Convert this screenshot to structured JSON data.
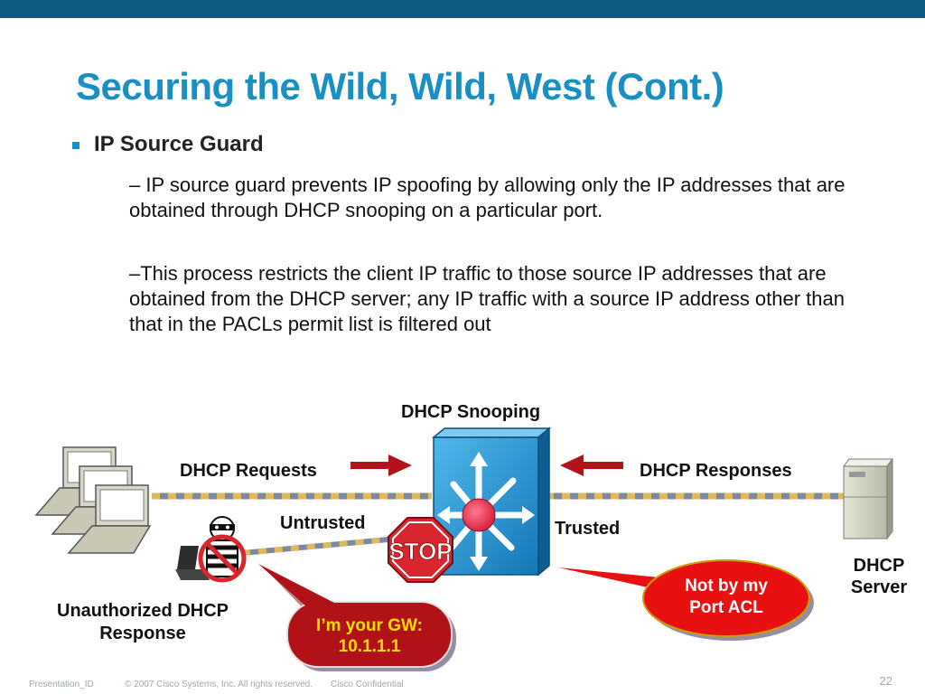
{
  "slide": {
    "title": "Securing the Wild, Wild, West (Cont.)",
    "bullet": "IP Source Guard",
    "paragraphs": [
      "– IP source guard prevents IP spoofing by allowing only the IP addresses that are obtained through DHCP snooping on a particular port.",
      "–This process restricts the client IP traffic to those source IP addresses that are obtained from the DHCP server; any IP traffic with a source IP address other than that in the PACLs permit list is filtered out"
    ]
  },
  "diagram": {
    "snooping_label": "DHCP Snooping",
    "requests_label": "DHCP Requests",
    "responses_label": "DHCP Responses",
    "untrusted_label": "Untrusted",
    "trusted_label": "Trusted",
    "server_label": "DHCP\nServer",
    "unauthorized_label": "Unauthorized DHCP\nResponse",
    "stop_text": "STOP",
    "callout_gw": "I’m your GW:\n10.1.1.1",
    "callout_acl": "Not by my\nPort ACL",
    "icons": [
      "laptop-icon",
      "server-icon",
      "switch-icon",
      "stop-sign-icon",
      "burglar-icon",
      "arrow-icon"
    ],
    "colors": {
      "title": "#1a8fc4",
      "switch": "#1b9ad6",
      "stop": "#d7262e",
      "callout": "#b01218",
      "link_dash": "#c9a35a"
    }
  },
  "footer": {
    "presentation_id": "Presentation_ID",
    "copyright": "© 2007 Cisco Systems, Inc. All rights reserved.",
    "confidential": "Cisco Confidential",
    "page_number": "22"
  }
}
